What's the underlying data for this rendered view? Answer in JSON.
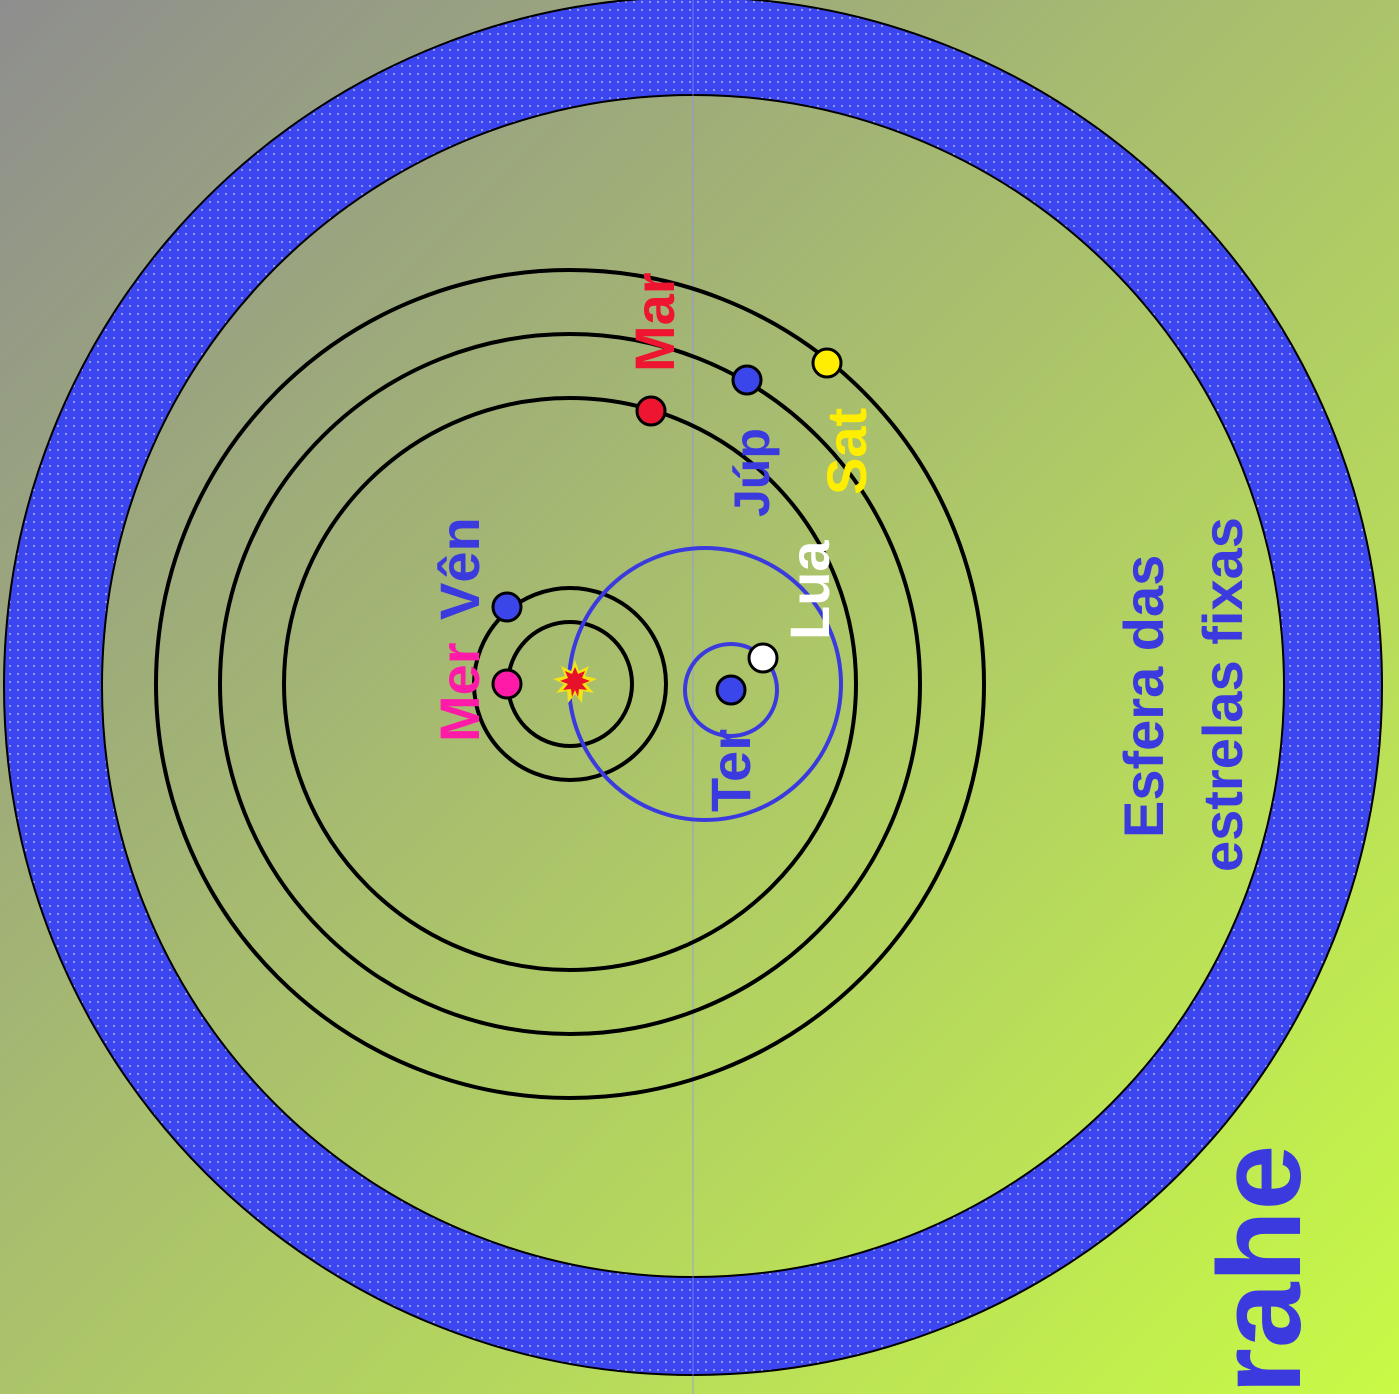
{
  "colors": {
    "background_start": "#8e8e8e",
    "background_end": "#c8fa46",
    "fixed_star_band": "#3b45f0",
    "orbit": "#000000",
    "earth_orbit": "#3a3adf",
    "sun": "#e8112a",
    "sun_halo": "#f5e414"
  },
  "labels": {
    "mercury": {
      "text": "Mer",
      "color": "#ff1aa8"
    },
    "venus": {
      "text": "Vên",
      "color": "#3a3adf"
    },
    "mars": {
      "text": "Mar",
      "color": "#ee1530"
    },
    "jupiter": {
      "text": "Júp",
      "color": "#3a3adf"
    },
    "saturn": {
      "text": "Sat",
      "color": "#ffee00"
    },
    "moon": {
      "text": "Lua",
      "color": "#ffffff"
    },
    "earth": {
      "text": "Ter",
      "color": "#3a3adf"
    },
    "fixed_stars_line1": {
      "text": "Esfera das",
      "color": "#3a3adf"
    },
    "fixed_stars_line2": {
      "text": "estrelas fixas",
      "color": "#3a3adf"
    },
    "title_fragment": {
      "text": "rahe",
      "color": "#3a3adf"
    }
  },
  "bodies": {
    "mercury": "#ff1aa8",
    "venus": "#3a45ea",
    "mars": "#ee1530",
    "jupiter": "#3a45ea",
    "saturn": "#ffee00",
    "earth": "#3a45ea",
    "moon": "#ffffff"
  }
}
